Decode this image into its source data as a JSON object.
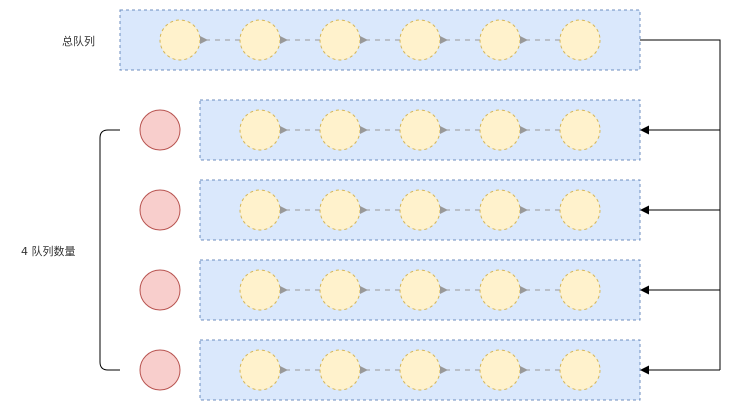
{
  "labels": {
    "total_queue": "总队列",
    "queue_count": "4 队列数量"
  },
  "total_queue": {
    "node_count": 6
  },
  "sub_queues": [
    {
      "node_count": 5
    },
    {
      "node_count": 5
    },
    {
      "node_count": 5
    },
    {
      "node_count": 5
    }
  ],
  "colors": {
    "queue_fill": "#dae8fc",
    "queue_stroke": "#6c8ebf",
    "node_fill": "#fff2cc",
    "node_stroke": "#d6b656",
    "head_fill": "#f8cecc",
    "head_stroke": "#b85450",
    "arrow": "#999999",
    "connector": "#000000"
  }
}
